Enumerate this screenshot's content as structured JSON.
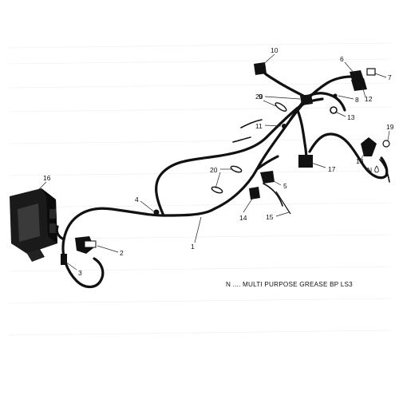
{
  "callouts": [
    {
      "id": "1",
      "label": "1"
    },
    {
      "id": "2",
      "label": "2"
    },
    {
      "id": "3",
      "label": "3"
    },
    {
      "id": "4",
      "label": "4"
    },
    {
      "id": "5",
      "label": "5"
    },
    {
      "id": "6",
      "label": "6"
    },
    {
      "id": "7",
      "label": "7"
    },
    {
      "id": "8",
      "label": "8"
    },
    {
      "id": "9",
      "label": "9"
    },
    {
      "id": "10",
      "label": "10"
    },
    {
      "id": "11",
      "label": "11"
    },
    {
      "id": "12",
      "label": "12"
    },
    {
      "id": "13",
      "label": "13"
    },
    {
      "id": "14",
      "label": "14"
    },
    {
      "id": "15",
      "label": "15"
    },
    {
      "id": "16",
      "label": "16"
    },
    {
      "id": "17",
      "label": "17"
    },
    {
      "id": "18",
      "label": "18"
    },
    {
      "id": "19",
      "label": "19"
    },
    {
      "id": "20a",
      "label": "20"
    },
    {
      "id": "20b",
      "label": "20"
    }
  ],
  "grease_marker": "N",
  "note": "N .... MULTI PURPOSE GREASE BP LS3",
  "colors": {
    "line": "#111111",
    "background": "#ffffff",
    "texture": "#e6e6e6"
  }
}
